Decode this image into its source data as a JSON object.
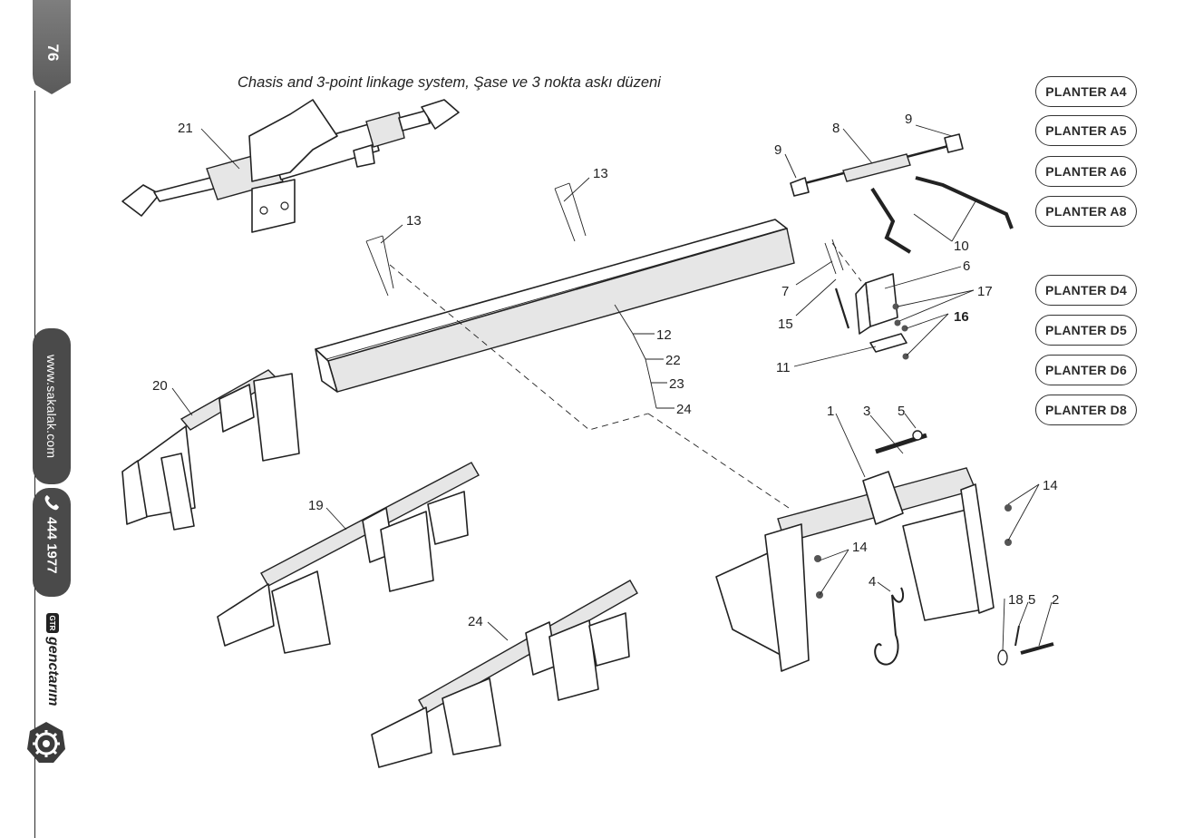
{
  "page": {
    "number": "76",
    "title": "Chasis and 3-point linkage system, Şase ve 3 nokta askı düzeni"
  },
  "sidebar": {
    "website": "www.sakalak.com",
    "phone": "444 1977",
    "brand_badge": "GTR",
    "brand_name": "genctarım"
  },
  "models": [
    "PLANTER A4",
    "PLANTER A5",
    "PLANTER A6",
    "PLANTER A8",
    "PLANTER D4",
    "PLANTER D5",
    "PLANTER D6",
    "PLANTER D8"
  ],
  "callouts": {
    "c1": "1",
    "c2": "2",
    "c3": "3",
    "c4": "4",
    "c5a": "5",
    "c5b": "5",
    "c6": "6",
    "c7": "7",
    "c8": "8",
    "c9a": "9",
    "c9b": "9",
    "c10": "10",
    "c11": "11",
    "c12": "12",
    "c13a": "13",
    "c13b": "13",
    "c14a": "14",
    "c14b": "14",
    "c15": "15",
    "c16": "16",
    "c17": "17",
    "c18": "18",
    "c19": "19",
    "c20": "20",
    "c21": "21",
    "c22": "22",
    "c23": "23",
    "c24a": "24",
    "c24b": "24"
  }
}
